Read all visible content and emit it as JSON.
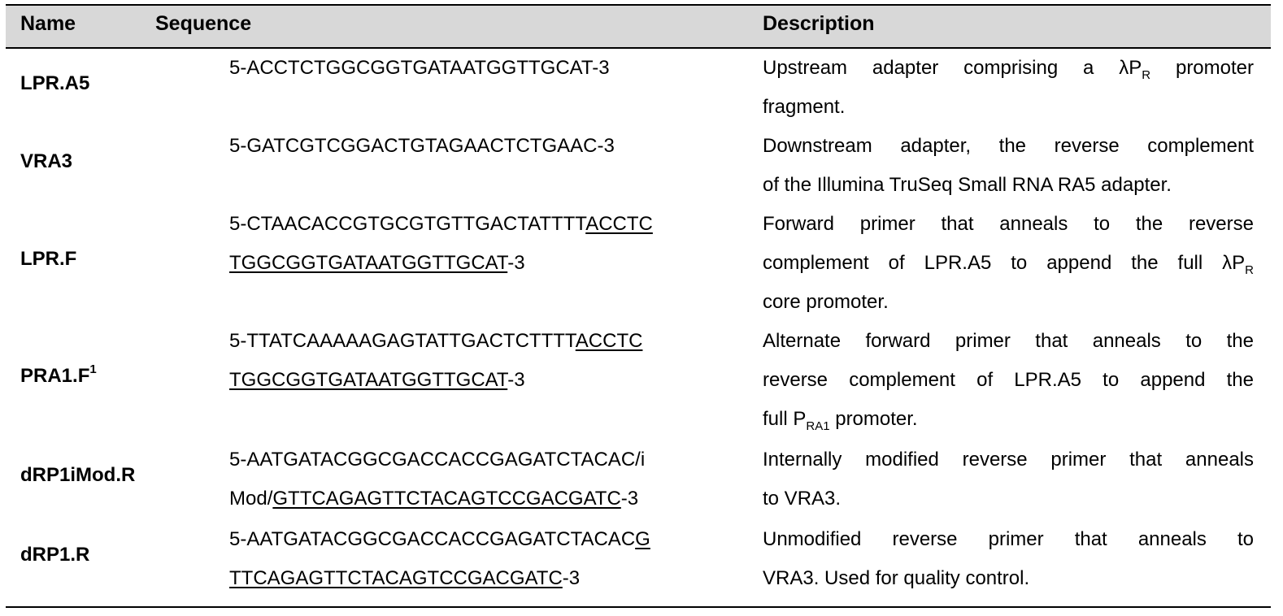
{
  "headers": {
    "name": "Name",
    "sequence": "Sequence",
    "description": "Description"
  },
  "rows": [
    {
      "name": "LPR.A5",
      "name_sup": "",
      "seq": [
        [
          "5-ACCTCTGGCGGTGATAATGGTTGCAT-3",
          "",
          ""
        ]
      ],
      "desc": [
        [
          "Upstream adapter comprising a λP",
          "R",
          " promoter"
        ],
        [
          "fragment.",
          "",
          ""
        ]
      ]
    },
    {
      "name": "VRA3",
      "name_sup": "",
      "seq": [
        [
          "5-GATCGTCGGACTGTAGAACTCTGAAC-3",
          "",
          ""
        ]
      ],
      "desc": [
        [
          "Downstream adapter, the reverse complement",
          "",
          ""
        ],
        [
          "of the Illumina TruSeq Small RNA RA5 adapter.",
          "",
          ""
        ]
      ]
    },
    {
      "name": "LPR.F",
      "name_sup": "",
      "seq": [
        [
          "5-CTAACACCGTGCGTGTTGACTATTTT",
          "ACCTC",
          ""
        ],
        [
          "",
          "TGGCGGTGATAATGGTTGCAT",
          "-3"
        ]
      ],
      "desc": [
        [
          "Forward primer that anneals to the reverse",
          "",
          ""
        ],
        [
          "complement of LPR.A5 to append the full λP",
          "R",
          ""
        ],
        [
          "core promoter.",
          "",
          ""
        ]
      ]
    },
    {
      "name": "PRA1.F",
      "name_sup": "1",
      "seq": [
        [
          "5-TTATCAAAAAGAGTATTGACTCTTTT",
          "ACCTC",
          ""
        ],
        [
          "",
          "TGGCGGTGATAATGGTTGCAT",
          "-3"
        ]
      ],
      "desc": [
        [
          "Alternate forward primer that anneals to the",
          "",
          ""
        ],
        [
          "reverse complement of LPR.A5 to append the",
          "",
          ""
        ],
        [
          "full P",
          "RA1",
          " promoter."
        ]
      ]
    },
    {
      "name": "dRP1iMod.R",
      "name_sup": "",
      "seq": [
        [
          "5-AATGATACGGCGACCACCGAGATCTACAC/i",
          "",
          ""
        ],
        [
          "Mod/",
          "GTTCAGAGTTCTACAGTCCGACGATC",
          "-3"
        ]
      ],
      "desc": [
        [
          "Internally modified reverse primer that anneals",
          "",
          ""
        ],
        [
          "to VRA3.",
          "",
          ""
        ]
      ]
    },
    {
      "name": "dRP1.R",
      "name_sup": "",
      "seq": [
        [
          "5-AATGATACGGCGACCACCGAGATCTACAC",
          "G",
          ""
        ],
        [
          "",
          "TTCAGAGTTCTACAGTCCGACGATC",
          "-3"
        ]
      ],
      "desc": [
        [
          "Unmodified reverse primer that anneals to",
          "",
          ""
        ],
        [
          "VRA3. Used for quality control.",
          "",
          ""
        ]
      ]
    }
  ]
}
